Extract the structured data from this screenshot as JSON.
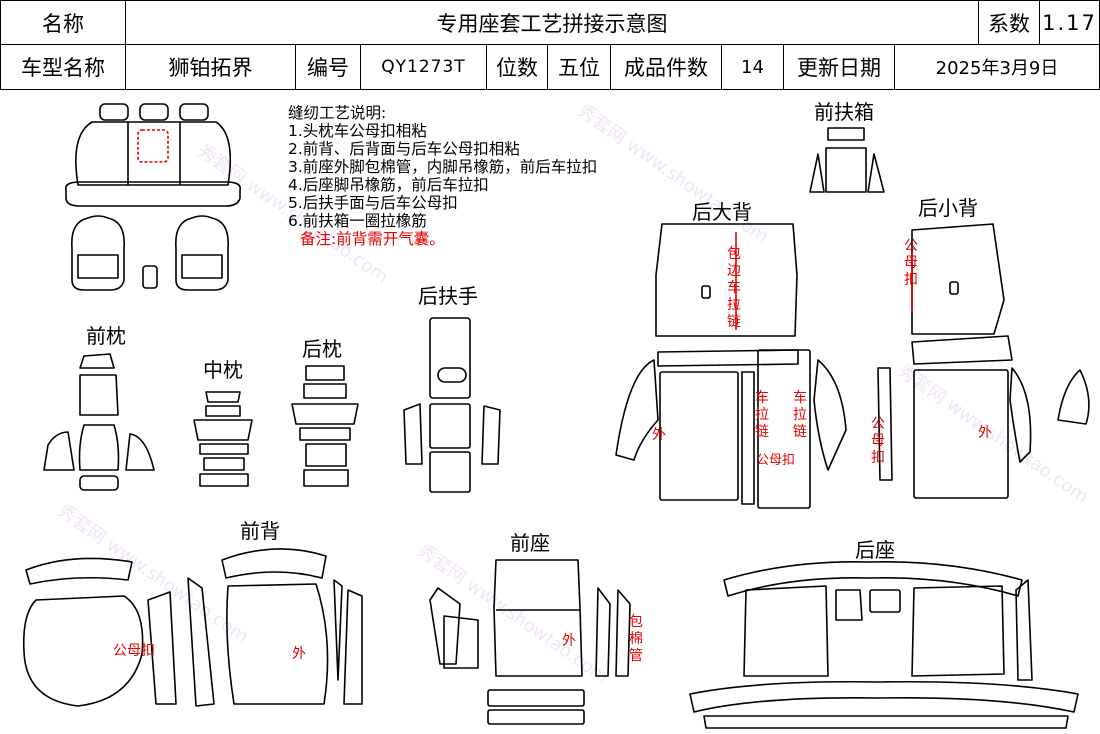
{
  "header": {
    "name_label": "名称",
    "title": "专用座套工艺拼接示意图",
    "coef_label": "系数",
    "coef_value": "1.17",
    "model_label": "车型名称",
    "model_value": "狮铂拓界",
    "code_label": "编号",
    "code_value": "QY1273T",
    "seats_label": "位数",
    "seats_value": "五位",
    "pieces_label": "成品件数",
    "pieces_value": "14",
    "date_label": "更新日期",
    "date_value": "2025年3月9日"
  },
  "notes": {
    "title": "缝纫工艺说明:",
    "items": [
      "1.头枕车公母扣相粘",
      "2.前背、后背面与后车公母扣相粘",
      "3.前座外脚包棉管，内脚吊橡筋，前后车拉扣",
      "4.后座脚吊橡筋，前后车拉扣",
      "5.后扶手面与后车公母扣",
      "6.前扶箱一圈拉橡筋"
    ],
    "remark": "备注:前背需开气囊。"
  },
  "parts": {
    "front_headrest": "前枕",
    "middle_headrest": "中枕",
    "rear_headrest": "后枕",
    "rear_armrest": "后扶手",
    "front_armbox": "前扶箱",
    "rear_big_back": "后大背",
    "rear_small_back": "后小背",
    "front_back": "前背",
    "front_seat": "前座",
    "rear_seat": "后座"
  },
  "annotations": {
    "wrap_edge_zip": "包边车拉链",
    "snap_v": "公母扣",
    "outer": "外",
    "zip_a": "车拉链",
    "zip_b": "车拉链",
    "snap_h": "公母扣",
    "snap_front_back": "公母扣",
    "outer_front_back": "外",
    "outer_front_seat": "外",
    "foam_tube": "包棉管",
    "outer_right": "外",
    "snap_right": "公母扣"
  },
  "watermark": "秀套网 www.showtao.com"
}
